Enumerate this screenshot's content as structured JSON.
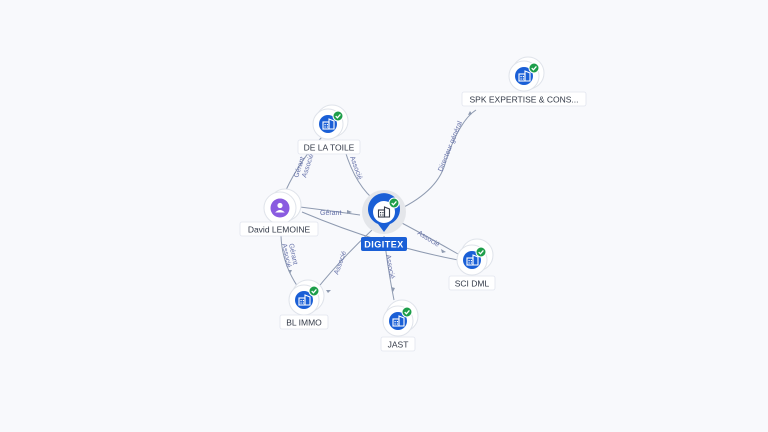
{
  "nodes": {
    "digitex": {
      "label": "DIGITEX",
      "kind": "company",
      "color": "#1a5fd6",
      "verified": true,
      "icon": "building-icon"
    },
    "de_la_toile": {
      "label": "DE LA TOILE",
      "kind": "company",
      "color": "#1a5fd6",
      "verified": true,
      "icon": "building-icon"
    },
    "spk": {
      "label": "SPK EXPERTISE & CONS...",
      "kind": "company",
      "color": "#1a5fd6",
      "verified": true,
      "icon": "building-icon"
    },
    "david": {
      "label": "David LEMOINE",
      "kind": "person",
      "color": "#8a5be0",
      "verified": false,
      "icon": "person-icon"
    },
    "sci_dml": {
      "label": "SCI DML",
      "kind": "company",
      "color": "#1a5fd6",
      "verified": true,
      "icon": "building-icon"
    },
    "bl_immo": {
      "label": "BL IMMO",
      "kind": "company",
      "color": "#1a5fd6",
      "verified": true,
      "icon": "building-icon"
    },
    "jast": {
      "label": "JAST",
      "kind": "company",
      "color": "#1a5fd6",
      "verified": true,
      "icon": "building-icon"
    }
  },
  "edges": {
    "david_digitex": "Gérant",
    "david_de_la_toile_gerant": "Gérant",
    "david_de_la_toile_associe": "Associé",
    "de_la_toile_digitex": "Associé",
    "digitex_spk": "Directeur général",
    "digitex_sci_dml": "Associé",
    "digitex_jast": "Associé",
    "digitex_bl_immo": "Associé",
    "david_bl_immo_gerant": "Gérant",
    "david_bl_immo_associe": "Associé",
    "david_sci_dml": "Associé"
  },
  "colors": {
    "check_badge": "#1e9e4a",
    "edge": "#8e9ab0",
    "edge_label": "#6470a8"
  }
}
